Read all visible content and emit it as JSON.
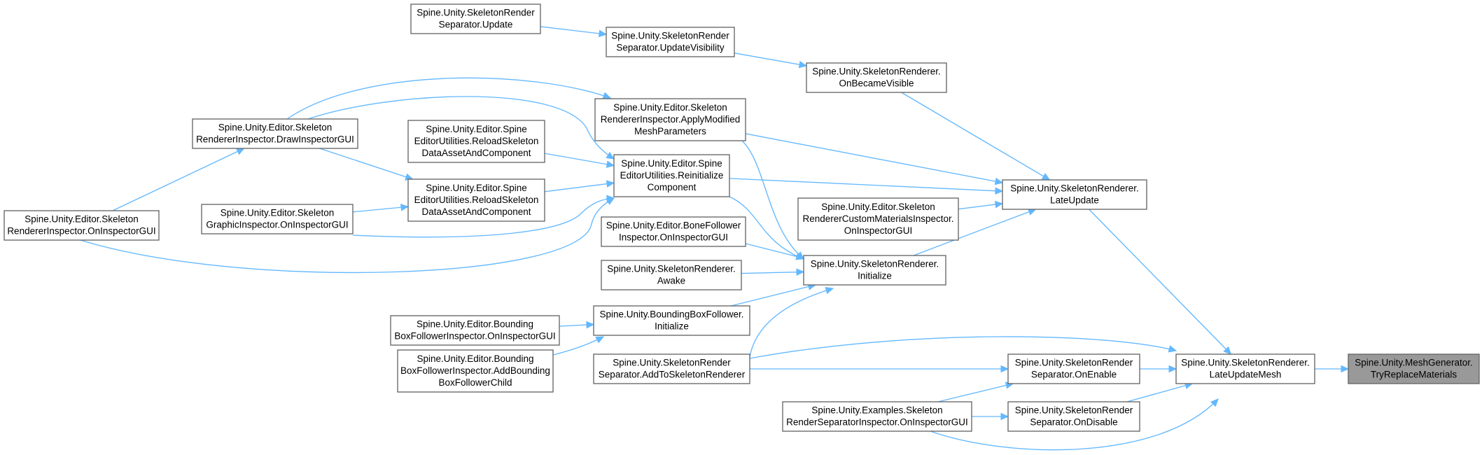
{
  "colors": {
    "edge": "#63b8ff",
    "node_border": "#666666",
    "focus_fill": "#999999",
    "node_fill": "#ffffff"
  },
  "nodes": [
    {
      "id": "target",
      "lines": [
        "Spine.Unity.MeshGenerator.",
        "TryReplaceMaterials"
      ],
      "focus": true
    },
    {
      "id": "lateUpdateMesh",
      "lines": [
        "Spine.Unity.SkeletonRenderer.",
        "LateUpdateMesh"
      ]
    },
    {
      "id": "lateUpdate",
      "lines": [
        "Spine.Unity.SkeletonRenderer.",
        "LateUpdate"
      ]
    },
    {
      "id": "onEnable",
      "lines": [
        "Spine.Unity.SkeletonRender",
        "Separator.OnEnable"
      ]
    },
    {
      "id": "onDisable",
      "lines": [
        "Spine.Unity.SkeletonRender",
        "Separator.OnDisable"
      ]
    },
    {
      "id": "examplesInspector",
      "lines": [
        "Spine.Unity.Examples.Skeleton",
        "RenderSeparatorInspector.OnInspectorGUI"
      ]
    },
    {
      "id": "addToSkeletonRenderer",
      "lines": [
        "Spine.Unity.SkeletonRender",
        "Separator.AddToSkeletonRenderer"
      ]
    },
    {
      "id": "srInitialize",
      "lines": [
        "Spine.Unity.SkeletonRenderer.",
        "Initialize"
      ]
    },
    {
      "id": "onBecameVisible",
      "lines": [
        "Spine.Unity.SkeletonRenderer.",
        "OnBecameVisible"
      ]
    },
    {
      "id": "updateVisibility",
      "lines": [
        "Spine.Unity.SkeletonRender",
        "Separator.UpdateVisibility"
      ]
    },
    {
      "id": "separatorUpdate",
      "lines": [
        "Spine.Unity.SkeletonRender",
        "Separator.Update"
      ]
    },
    {
      "id": "applyModified",
      "lines": [
        "Spine.Unity.Editor.Skeleton",
        "RendererInspector.ApplyModified",
        "MeshParameters"
      ]
    },
    {
      "id": "reinitialize",
      "lines": [
        "Spine.Unity.Editor.Spine",
        "EditorUtilities.Reinitialize",
        "Component"
      ]
    },
    {
      "id": "customMaterials",
      "lines": [
        "Spine.Unity.Editor.Skeleton",
        "RendererCustomMaterialsInspector.",
        "OnInspectorGUI"
      ]
    },
    {
      "id": "boneFollower",
      "lines": [
        "Spine.Unity.Editor.BoneFollower",
        "Inspector.OnInspectorGUI"
      ]
    },
    {
      "id": "awake",
      "lines": [
        "Spine.Unity.SkeletonRenderer.",
        "Awake"
      ]
    },
    {
      "id": "bbfInitialize",
      "lines": [
        "Spine.Unity.BoundingBoxFollower.",
        "Initialize"
      ]
    },
    {
      "id": "bbfInspectorGUI",
      "lines": [
        "Spine.Unity.Editor.Bounding",
        "BoxFollowerInspector.OnInspectorGUI"
      ]
    },
    {
      "id": "bbfAddChild",
      "lines": [
        "Spine.Unity.Editor.Bounding",
        "BoxFollowerInspector.AddBounding",
        "BoxFollowerChild"
      ]
    },
    {
      "id": "reloadA",
      "lines": [
        "Spine.Unity.Editor.Spine",
        "EditorUtilities.ReloadSkeleton",
        "DataAssetAndComponent"
      ]
    },
    {
      "id": "reloadB",
      "lines": [
        "Spine.Unity.Editor.Spine",
        "EditorUtilities.ReloadSkeleton",
        "DataAssetAndComponent"
      ]
    },
    {
      "id": "graphicInspector",
      "lines": [
        "Spine.Unity.Editor.Skeleton",
        "GraphicInspector.OnInspectorGUI"
      ]
    },
    {
      "id": "drawInspector",
      "lines": [
        "Spine.Unity.Editor.Skeleton",
        "RendererInspector.DrawInspectorGUI"
      ]
    },
    {
      "id": "rendererInspector",
      "lines": [
        "Spine.Unity.Editor.Skeleton",
        "RendererInspector.OnInspectorGUI"
      ]
    }
  ],
  "edges": [
    [
      "lateUpdateMesh",
      "target"
    ],
    [
      "lateUpdate",
      "lateUpdateMesh"
    ],
    [
      "onEnable",
      "lateUpdateMesh"
    ],
    [
      "onDisable",
      "lateUpdateMesh"
    ],
    [
      "examplesInspector",
      "lateUpdateMesh"
    ],
    [
      "addToSkeletonRenderer",
      "lateUpdateMesh"
    ],
    [
      "onBecameVisible",
      "lateUpdate"
    ],
    [
      "applyModified",
      "lateUpdate"
    ],
    [
      "reinitialize",
      "lateUpdate"
    ],
    [
      "customMaterials",
      "lateUpdate"
    ],
    [
      "srInitialize",
      "lateUpdate"
    ],
    [
      "updateVisibility",
      "onBecameVisible"
    ],
    [
      "separatorUpdate",
      "updateVisibility"
    ],
    [
      "applyModified",
      "srInitialize"
    ],
    [
      "reinitialize",
      "srInitialize"
    ],
    [
      "boneFollower",
      "srInitialize"
    ],
    [
      "awake",
      "srInitialize"
    ],
    [
      "bbfInitialize",
      "srInitialize"
    ],
    [
      "addToSkeletonRenderer",
      "srInitialize"
    ],
    [
      "bbfInspectorGUI",
      "bbfInitialize"
    ],
    [
      "bbfAddChild",
      "bbfInitialize"
    ],
    [
      "addToSkeletonRenderer",
      "onEnable"
    ],
    [
      "examplesInspector",
      "onEnable"
    ],
    [
      "examplesInspector",
      "onDisable"
    ],
    [
      "drawInspector",
      "applyModified"
    ],
    [
      "drawInspector",
      "reinitialize"
    ],
    [
      "reloadA",
      "reinitialize"
    ],
    [
      "reloadB",
      "reinitialize"
    ],
    [
      "graphicInspector",
      "reinitialize"
    ],
    [
      "rendererInspector",
      "reinitialize"
    ],
    [
      "drawInspector",
      "reloadB"
    ],
    [
      "graphicInspector",
      "reloadB"
    ],
    [
      "rendererInspector",
      "drawInspector"
    ]
  ]
}
